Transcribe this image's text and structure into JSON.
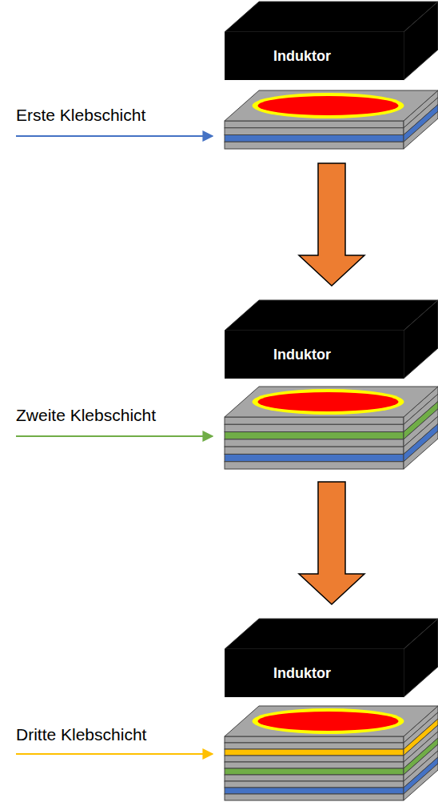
{
  "diagram": {
    "nodes": [
      {
        "text": [
          "Induktor"
        ]
      },
      {
        "text": [
          "Induktor"
        ]
      },
      {
        "text": [
          "Induktor"
        ]
      }
    ],
    "labels": [
      "Erste Klebschicht",
      "Zweite Klebschicht",
      "Dritte Klebschicht"
    ]
  }
}
